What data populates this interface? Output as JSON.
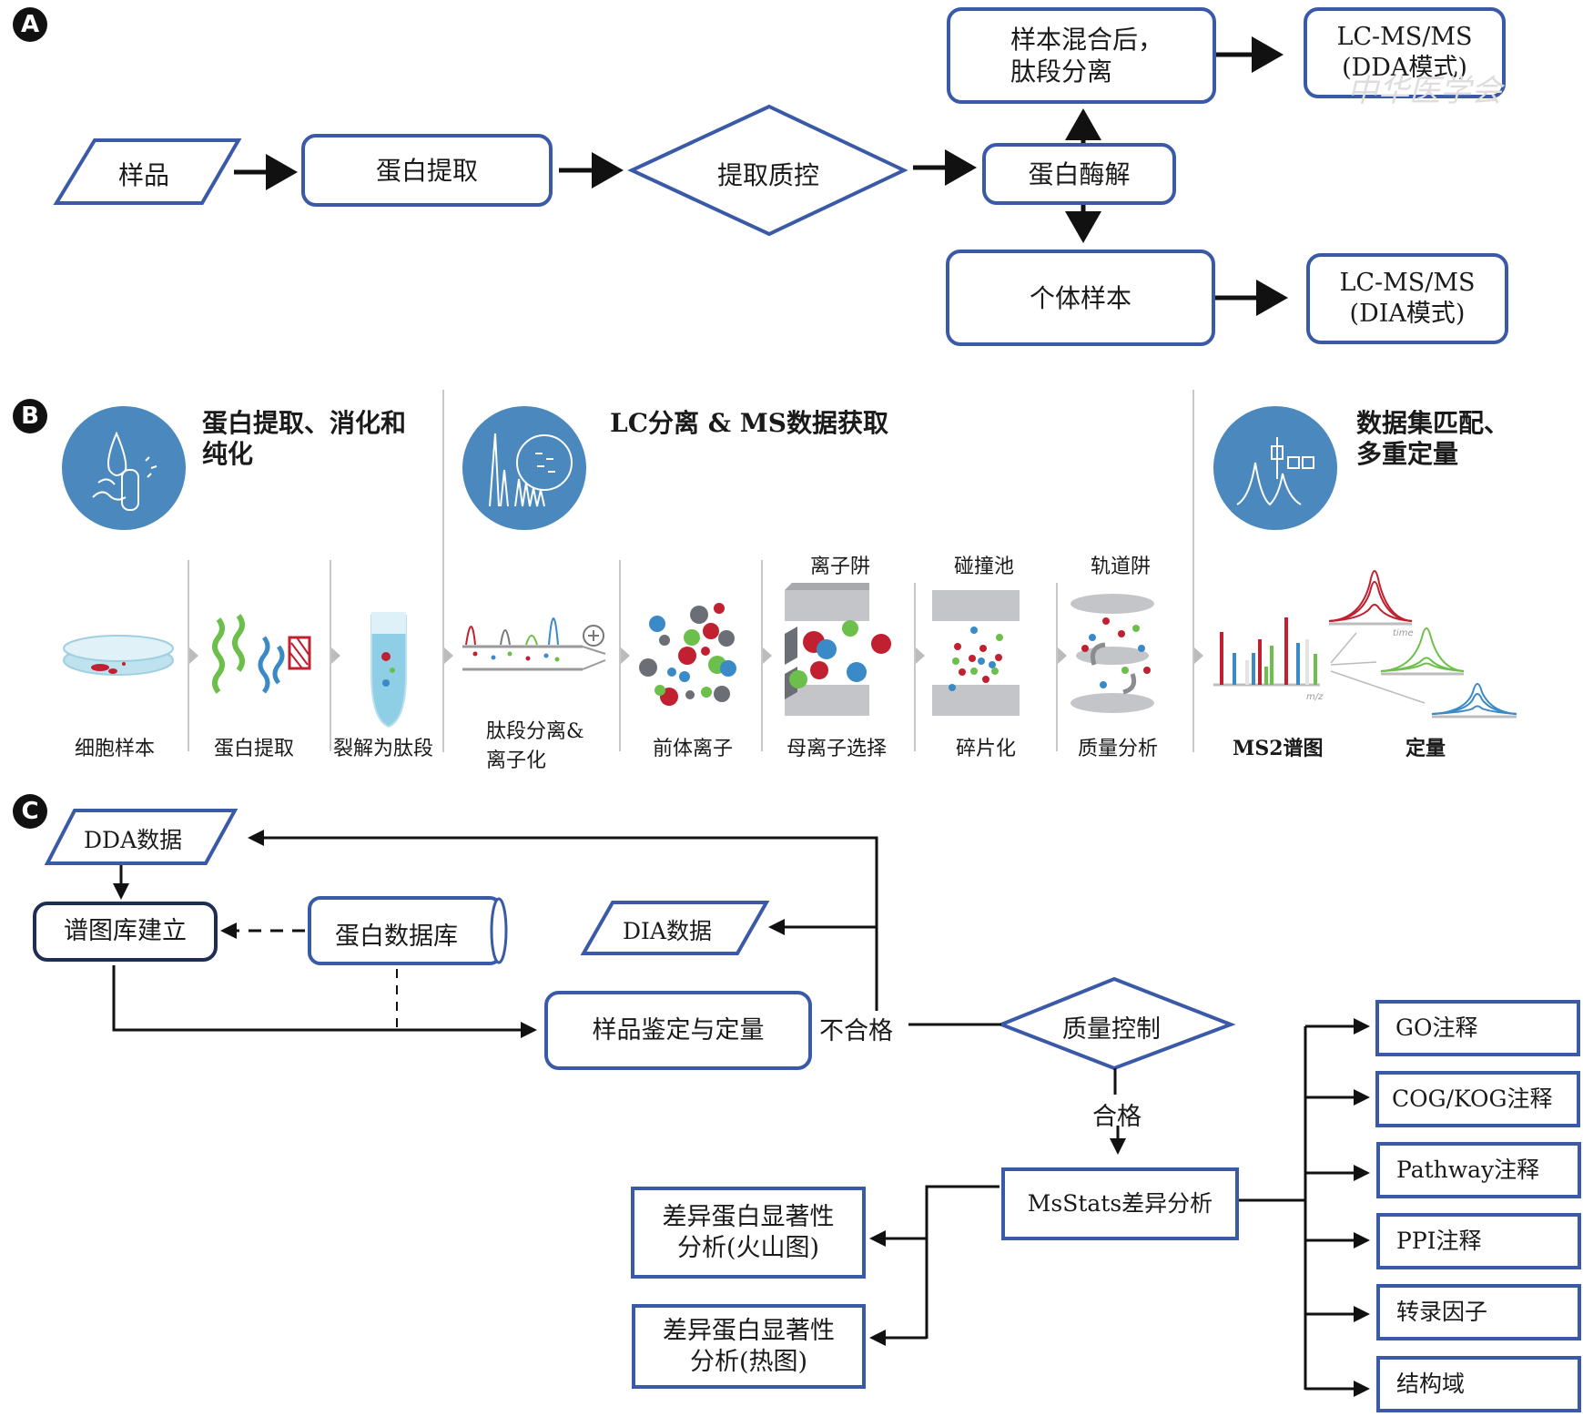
{
  "panels": {
    "a": {
      "badge": "A",
      "nodes": {
        "sample": "样品",
        "protein_extraction": "蛋白提取",
        "extraction_qc": "提取质控",
        "protein_digestion": "蛋白酶解",
        "pooled_fractionation": "样本混合后，\n肽段分离",
        "lcms_dda": "LC-MS/MS\n(DDA模式)",
        "individual_samples": "个体样本",
        "lcms_dia": "LC-MS/MS\n(DIA模式)"
      },
      "watermark": "中华医学会"
    },
    "b": {
      "badge": "B",
      "sections": [
        {
          "title": "蛋白提取、消化和\n纯化",
          "icon": "sample-prep-icon"
        },
        {
          "title": "LC分离 & MS数据获取",
          "icon": "chromatography-icon"
        },
        {
          "title": "数据集匹配、\n多重定量",
          "icon": "data-analysis-icon"
        }
      ],
      "steps": [
        {
          "label": "细胞样本",
          "top_label": ""
        },
        {
          "label": "蛋白提取",
          "top_label": ""
        },
        {
          "label": "裂解为肽段",
          "top_label": ""
        },
        {
          "label": "肽段分离&\n离子化",
          "top_label": ""
        },
        {
          "label": "前体离子",
          "top_label": ""
        },
        {
          "label": "母离子选择",
          "top_label": "离子阱"
        },
        {
          "label": "碎片化",
          "top_label": "碰撞池"
        },
        {
          "label": "质量分析",
          "top_label": "轨道阱"
        },
        {
          "label": "MS2谱图",
          "top_label": ""
        },
        {
          "label": "定量",
          "top_label": ""
        }
      ],
      "chart_labels": {
        "mz": "m/z",
        "time": "time"
      }
    },
    "c": {
      "badge": "C",
      "nodes": {
        "dda_data": "DDA数据",
        "library_build": "谱图库建立",
        "protein_db": "蛋白数据库",
        "dia_data": "DIA数据",
        "identification_quant": "样品鉴定与定量",
        "quality_control": "质量控制",
        "fail_label": "不合格",
        "pass_label": "合格",
        "msstats": "MsStats差异分析",
        "volcano": "差异蛋白显著性\n分析(火山图)",
        "heatmap": "差异蛋白显著性\n分析(热图)"
      },
      "annotations": [
        "GO注释",
        "COG/KOG注释",
        "Pathway注释",
        "PPI注释",
        "转录因子",
        "结构域"
      ]
    }
  },
  "colors": {
    "box_border": "#3a5aa8",
    "icon_circle": "#4a88bd",
    "red": "#c0202f",
    "green": "#6cbf4a",
    "blue": "#3a8ac8",
    "gray": "#6b6e75"
  }
}
